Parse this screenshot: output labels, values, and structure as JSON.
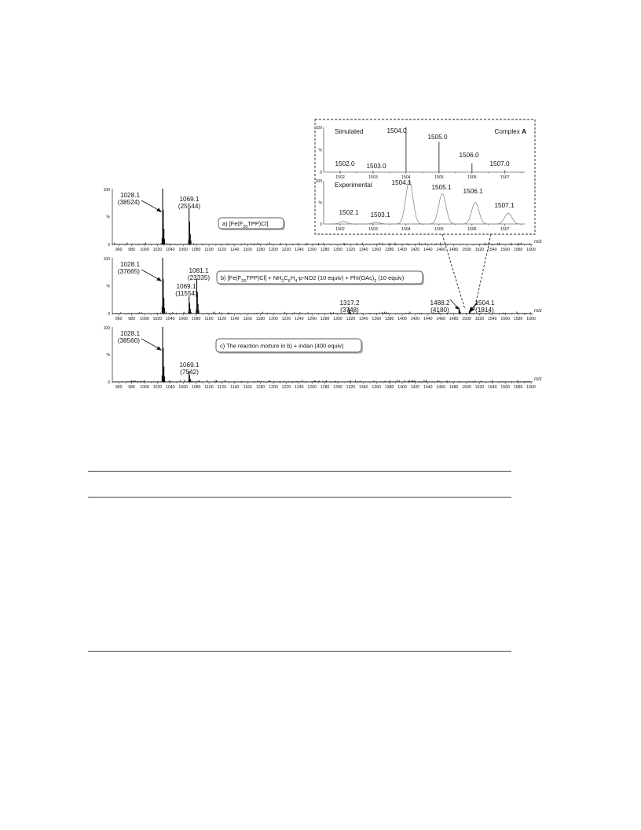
{
  "chart_data": [
    {
      "type": "line",
      "id": "a",
      "legend": "a) [Fe(F20TPP)Cl]",
      "xlim": [
        950,
        1600
      ],
      "ylim": [
        0,
        100
      ],
      "y_ticks": [
        "100",
        "%",
        "0"
      ],
      "x_tick_labels": [
        "960",
        "980",
        "1000",
        "1020",
        "1040",
        "1060",
        "1080",
        "1100",
        "1120",
        "1140",
        "1160",
        "1180",
        "1200",
        "1220",
        "1240",
        "1260",
        "1280",
        "1300",
        "1320",
        "1340",
        "1360",
        "1380",
        "1400",
        "1420",
        "1440",
        "1460",
        "1480",
        "1500",
        "1520",
        "1540",
        "1560",
        "1580",
        "1600"
      ],
      "x_unit": "m/z",
      "peaks": [
        {
          "x": 1028.1,
          "y": 100,
          "label": "1028.1",
          "intensity": "(38524)"
        },
        {
          "x": 1069.1,
          "y": 66,
          "label": "1069.1",
          "intensity": "(25544)"
        }
      ]
    },
    {
      "type": "line",
      "id": "b",
      "legend": "b) [Fe(F20TPP)Cl] + NH2C6H4-p-NO2 (10 equiv) + PhI(OAc)2 (10 equiv)",
      "xlim": [
        950,
        1600
      ],
      "ylim": [
        0,
        100
      ],
      "y_ticks": [
        "100",
        "%",
        "0"
      ],
      "x_tick_labels": [
        "960",
        "980",
        "1000",
        "1020",
        "1040",
        "1060",
        "1080",
        "1100",
        "1120",
        "1140",
        "1160",
        "1180",
        "1200",
        "1220",
        "1240",
        "1260",
        "1280",
        "1300",
        "1320",
        "1340",
        "1360",
        "1380",
        "1400",
        "1420",
        "1440",
        "1460",
        "1480",
        "1500",
        "1520",
        "1540",
        "1560",
        "1580",
        "1600"
      ],
      "x_unit": "m/z",
      "peaks": [
        {
          "x": 1028.1,
          "y": 100,
          "label": "1028.1",
          "intensity": "(37665)"
        },
        {
          "x": 1069.1,
          "y": 31,
          "label": "1069.1",
          "intensity": "(11554)"
        },
        {
          "x": 1081.1,
          "y": 62,
          "label": "1081.1",
          "intensity": "(23335)"
        },
        {
          "x": 1317.2,
          "y": 10,
          "label": "1317.2",
          "intensity": "(3748)"
        },
        {
          "x": 1488.2,
          "y": 11,
          "label": "1488.2",
          "intensity": "(4180)"
        },
        {
          "x": 1504.1,
          "y": 5,
          "label": "1504.1",
          "intensity": "(1814)"
        }
      ]
    },
    {
      "type": "line",
      "id": "c",
      "legend": "c) The reaction mixture in b) + indan (400 equiv)",
      "xlim": [
        950,
        1600
      ],
      "ylim": [
        0,
        100
      ],
      "y_ticks": [
        "100",
        "%",
        "0"
      ],
      "x_tick_labels": [
        "960",
        "980",
        "1000",
        "1020",
        "1040",
        "1060",
        "1080",
        "1100",
        "1120",
        "1140",
        "1160",
        "1180",
        "1200",
        "1220",
        "1240",
        "1260",
        "1280",
        "1300",
        "1320",
        "1340",
        "1360",
        "1380",
        "1400",
        "1420",
        "1440",
        "1460",
        "1480",
        "1500",
        "1520",
        "1540",
        "1560",
        "1580",
        "1600"
      ],
      "x_unit": "m/z",
      "peaks": [
        {
          "x": 1028.1,
          "y": 100,
          "label": "1028.1",
          "intensity": "(38560)"
        },
        {
          "x": 1069.1,
          "y": 20,
          "label": "1069.1",
          "intensity": "(7542)"
        }
      ]
    },
    {
      "type": "bar",
      "id": "inset-simulated",
      "label": "Simulated",
      "title_prefix": "Complex ",
      "title_bold": "A",
      "xlim": [
        1501.5,
        1507.6
      ],
      "ylim": [
        0,
        100
      ],
      "y_ticks": [
        "100",
        "%",
        "0"
      ],
      "x_tick_labels": [
        "1502",
        "1503",
        "1504",
        "1505",
        "1506",
        "1507"
      ],
      "peaks": [
        {
          "x": 1502.0,
          "y": 3,
          "label": "1502.0"
        },
        {
          "x": 1503.0,
          "y": 2,
          "label": "1503.0"
        },
        {
          "x": 1504.0,
          "y": 100,
          "label": "1504.0"
        },
        {
          "x": 1505.0,
          "y": 68,
          "label": "1505.0"
        },
        {
          "x": 1506.0,
          "y": 20,
          "label": "1506.0"
        },
        {
          "x": 1507.0,
          "y": 4,
          "label": "1507.0"
        }
      ]
    },
    {
      "type": "line",
      "id": "inset-experimental",
      "label": "Experimental",
      "xlim": [
        1501.5,
        1507.6
      ],
      "ylim": [
        0,
        100
      ],
      "y_ticks": [
        "100",
        "%",
        "0"
      ],
      "x_tick_labels": [
        "1502",
        "1503",
        "1504",
        "1505",
        "1506",
        "1507"
      ],
      "peaks": [
        {
          "x": 1502.1,
          "y": 6,
          "label": "1502.1"
        },
        {
          "x": 1503.1,
          "y": 4,
          "label": "1503.1"
        },
        {
          "x": 1504.1,
          "y": 100,
          "label": "1504.1"
        },
        {
          "x": 1505.1,
          "y": 70,
          "label": "1505.1"
        },
        {
          "x": 1506.1,
          "y": 50,
          "label": "1506.1"
        },
        {
          "x": 1507.1,
          "y": 25,
          "label": "1507.1"
        }
      ]
    }
  ],
  "colors": {
    "trace": "#111111",
    "inset_trace": "#8a8a8a",
    "axis": "#222222",
    "rule": "#444444"
  }
}
